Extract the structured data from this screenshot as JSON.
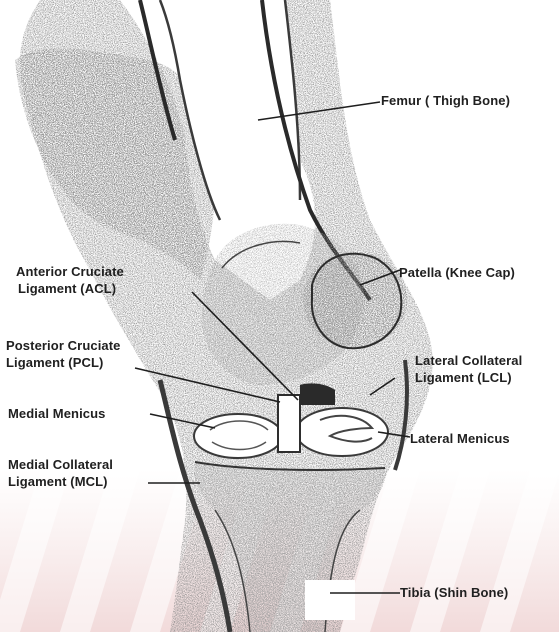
{
  "labels": {
    "femur": "Femur ( Thigh Bone)",
    "patella": "Patella (Knee Cap)",
    "acl": {
      "line1": "Anterior Cruciate",
      "line2": "Ligament (ACL)"
    },
    "pcl": {
      "line1": "Posterior Cruciate",
      "line2": "Ligament (PCL)"
    },
    "lcl": {
      "line1": "Lateral Collateral",
      "line2": "Ligament (LCL)"
    },
    "medial_meniscus": "Medial Menicus",
    "lateral_meniscus": "Lateral Menicus",
    "mcl": {
      "line1": "Medial Collateral",
      "line2": "Ligament (MCL)"
    },
    "tibia": "Tibia (Shin Bone)"
  },
  "colors": {
    "background": "#ffffff",
    "stipple_dark": "#4a4a4a",
    "stipple_mid": "#8a8a8a",
    "line": "#202020",
    "watermark": "#e8c8c8"
  }
}
